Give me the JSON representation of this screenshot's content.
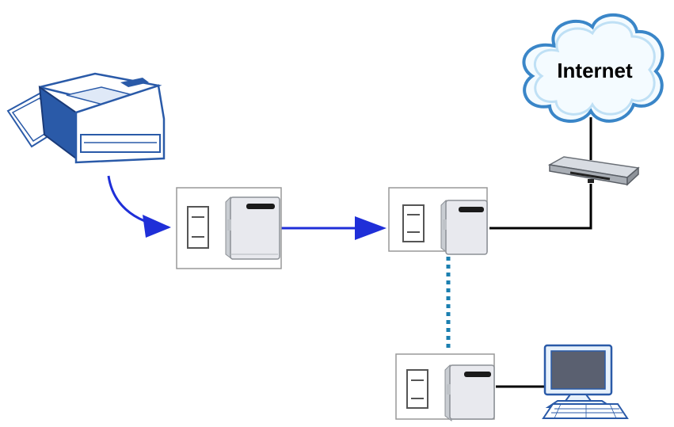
{
  "diagram": {
    "cloud_label": "Internet",
    "colors": {
      "flow_arrow": "#1f2fd8",
      "wire": "#000000",
      "wireless_link": "#1b7fb0",
      "cloud_outline": "#3a86c8",
      "cloud_fill": "#f4fbff",
      "printer_blue": "#2a5aa8",
      "monitor_screen": "#5a6070"
    },
    "nodes": [
      {
        "id": "printer",
        "icon": "printer-icon"
      },
      {
        "id": "plc-adapter-1",
        "icon": "powerline-adapter-icon"
      },
      {
        "id": "plc-adapter-2",
        "icon": "powerline-adapter-icon"
      },
      {
        "id": "plc-adapter-3",
        "icon": "powerline-adapter-icon"
      },
      {
        "id": "router",
        "icon": "router-icon"
      },
      {
        "id": "internet",
        "icon": "cloud-icon"
      },
      {
        "id": "computer",
        "icon": "computer-icon"
      }
    ],
    "links": [
      {
        "from": "printer",
        "to": "plc-adapter-1",
        "style": "arrow"
      },
      {
        "from": "plc-adapter-1",
        "to": "plc-adapter-2",
        "style": "arrow"
      },
      {
        "from": "plc-adapter-2",
        "to": "router",
        "style": "wire"
      },
      {
        "from": "router",
        "to": "internet",
        "style": "wire"
      },
      {
        "from": "plc-adapter-2",
        "to": "plc-adapter-3",
        "style": "dotted"
      },
      {
        "from": "plc-adapter-3",
        "to": "computer",
        "style": "wire"
      }
    ]
  }
}
